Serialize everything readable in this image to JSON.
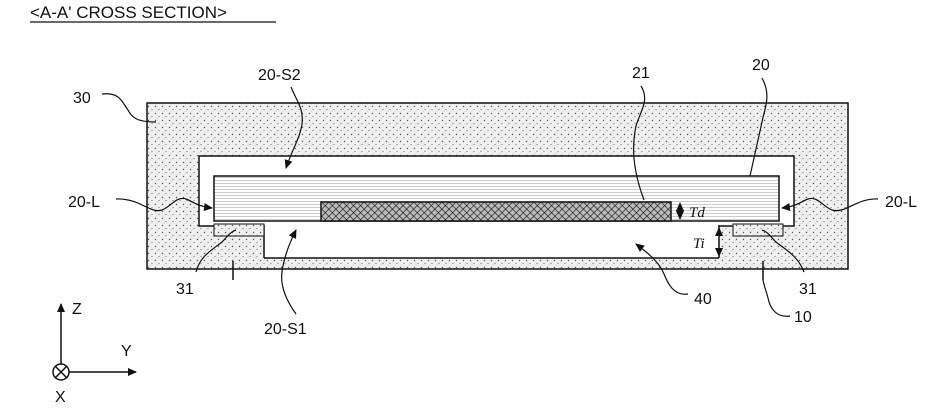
{
  "title": "<A-A' CROSS SECTION>",
  "labels": {
    "l30": "30",
    "l20_s2": "20-S2",
    "l21": "21",
    "l20": "20",
    "l20_l_left": "20-L",
    "l20_l_right": "20-L",
    "td": "Td",
    "ti": "Ti",
    "l31_left": "31",
    "l31_right": "31",
    "l40": "40",
    "l10": "10",
    "l20_s1": "20-S1"
  },
  "axes": {
    "z": "Z",
    "y": "Y",
    "x": "X"
  }
}
